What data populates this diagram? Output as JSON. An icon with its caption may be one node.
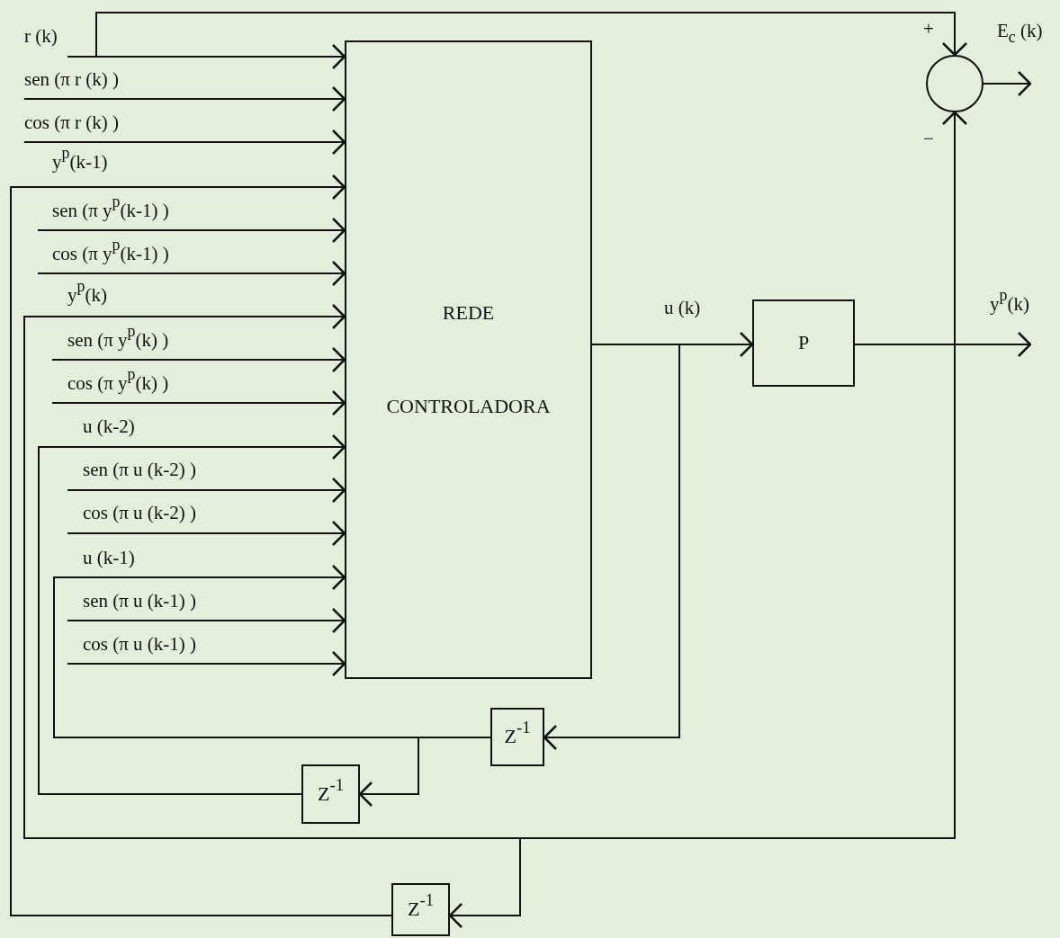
{
  "diagram": {
    "nodes": [
      {
        "text": [
          "REDE",
          "CONTROLADORA"
        ]
      },
      {
        "text": [
          "P"
        ]
      },
      {
        "text": [],
        "shape": "circle"
      },
      {
        "text": [
          "Z$^{-1}$"
        ]
      },
      {
        "text": [
          "Z$^{-1}$"
        ]
      },
      {
        "text": [
          "Z$^{-1}$"
        ]
      }
    ],
    "edges": [
      {
        "from": null,
        "to": 0,
        "arrow": "to",
        "label": "r (k)"
      },
      {
        "from": null,
        "to": 0,
        "arrow": "to",
        "label": "sen (π r (k) )"
      },
      {
        "from": null,
        "to": 0,
        "arrow": "to",
        "label": "cos (π r (k) )"
      },
      {
        "from": 5,
        "to": 0,
        "arrow": "to",
        "label": "y$^{p}$(k-1)"
      },
      {
        "from": null,
        "to": 0,
        "arrow": "to",
        "label": "sen (π y$^{p}$(k-1) )"
      },
      {
        "from": null,
        "to": 0,
        "arrow": "to",
        "label": "cos (π y$^{p}$(k-1) )"
      },
      {
        "from": 1,
        "to": 0,
        "arrow": "to",
        "label": "y$^{p}$(k)"
      },
      {
        "from": null,
        "to": 0,
        "arrow": "to",
        "label": "sen (π y$^{p}$(k) )"
      },
      {
        "from": null,
        "to": 0,
        "arrow": "to",
        "label": "cos (π y$^{p}$(k) )"
      },
      {
        "from": 4,
        "to": 0,
        "arrow": "to",
        "label": "u (k-2)"
      },
      {
        "from": null,
        "to": 0,
        "arrow": "to",
        "label": "sen (π u (k-2) )"
      },
      {
        "from": null,
        "to": 0,
        "arrow": "to",
        "label": "cos (π u (k-2) )"
      },
      {
        "from": 3,
        "to": 0,
        "arrow": "to",
        "label": "u (k-1)"
      },
      {
        "from": null,
        "to": 0,
        "arrow": "to",
        "label": "sen (π u (k-1) )"
      },
      {
        "from": null,
        "to": 0,
        "arrow": "to",
        "label": "cos (π u (k-1) )"
      },
      {
        "from": 0,
        "to": 1,
        "arrow": "to",
        "label": "u (k)"
      },
      {
        "from": 0,
        "to": 3,
        "arrow": "to"
      },
      {
        "from": 3,
        "to": 4,
        "arrow": "to"
      },
      {
        "from": 1,
        "to": 5,
        "arrow": "to"
      },
      {
        "from": 1,
        "to": 2,
        "arrow": "to"
      },
      {
        "from": null,
        "to": 2,
        "arrow": "to"
      },
      {
        "from": 1,
        "to": null,
        "arrow": "to",
        "label": "y$^{p}$(k)"
      },
      {
        "from": 2,
        "to": null,
        "arrow": "to",
        "label": "E$_{c}$ (k)"
      }
    ],
    "labels": [
      "+",
      "−"
    ]
  }
}
